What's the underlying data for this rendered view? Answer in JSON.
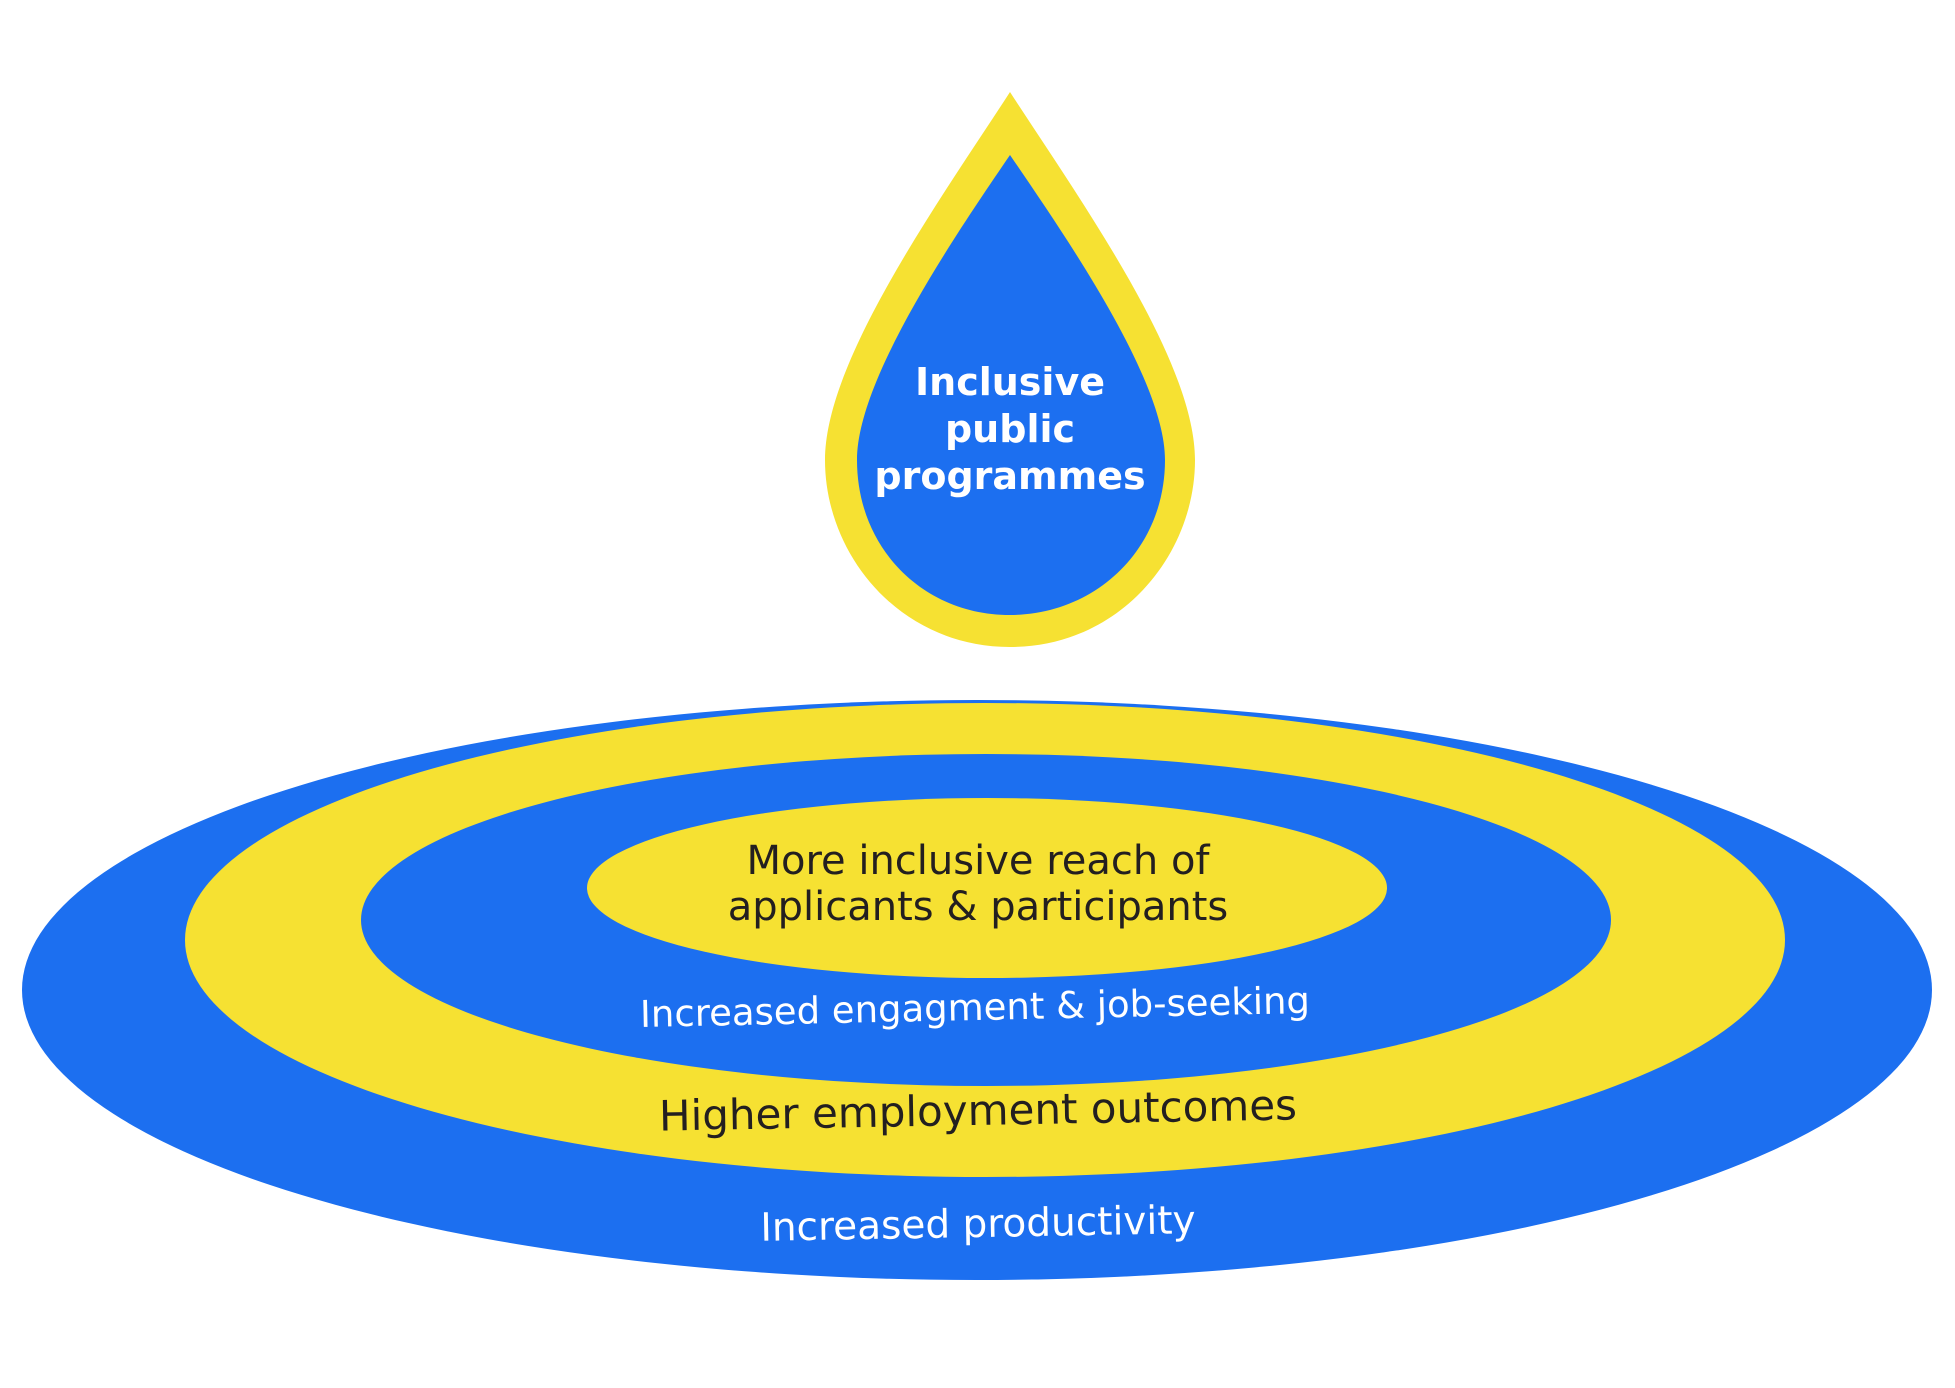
{
  "colors": {
    "blue": "#1c6ff0",
    "yellow": "#f6e132",
    "dark_text": "#231f20",
    "light_text": "#ffffff"
  },
  "drop": {
    "line1": "Inclusive",
    "line2": "public",
    "line3": "programmes"
  },
  "rings": {
    "inner_line1": "More inclusive reach of",
    "inner_line2": "applicants & participants",
    "second": "Increased engagment & job-seeking",
    "third": "Higher employment outcomes",
    "outer": "Increased productivity"
  }
}
